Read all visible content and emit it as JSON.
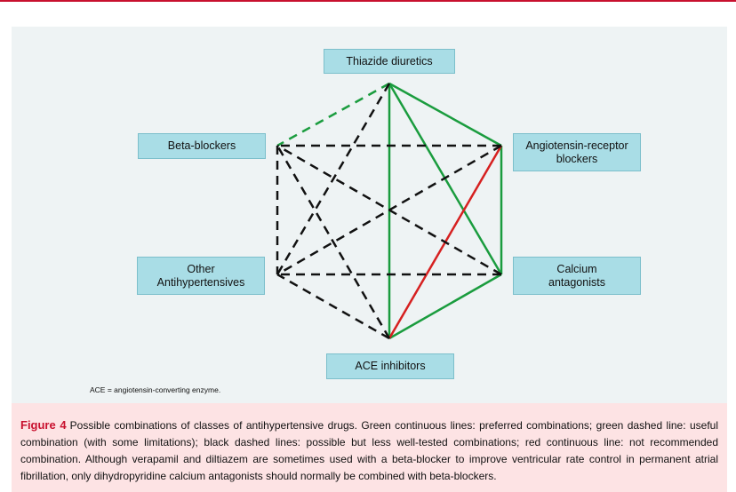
{
  "diagram": {
    "nodes": [
      {
        "id": "thiazide",
        "lines": [
          "Thiazide diuretics"
        ]
      },
      {
        "id": "arb",
        "lines": [
          "Angiotensin-receptor",
          "blockers"
        ]
      },
      {
        "id": "calcium",
        "lines": [
          "Calcium",
          "antagonists"
        ]
      },
      {
        "id": "ace",
        "lines": [
          "ACE inhibitors"
        ]
      },
      {
        "id": "other",
        "lines": [
          "Other",
          "Antihypertensives"
        ]
      },
      {
        "id": "beta",
        "lines": [
          "Beta-blockers"
        ]
      }
    ],
    "edges": [
      {
        "from": "thiazide",
        "to": "arb",
        "kind": "preferred",
        "color": "#1a9c3e"
      },
      {
        "from": "thiazide",
        "to": "calcium",
        "kind": "preferred",
        "color": "#1a9c3e"
      },
      {
        "from": "thiazide",
        "to": "ace",
        "kind": "preferred",
        "color": "#1a9c3e"
      },
      {
        "from": "arb",
        "to": "calcium",
        "kind": "preferred",
        "color": "#1a9c3e"
      },
      {
        "from": "calcium",
        "to": "ace",
        "kind": "preferred",
        "color": "#1a9c3e"
      },
      {
        "from": "thiazide",
        "to": "beta",
        "kind": "useful",
        "color": "#1a9c3e"
      },
      {
        "from": "arb",
        "to": "ace",
        "kind": "not-recommended",
        "color": "#d62020"
      },
      {
        "from": "thiazide",
        "to": "other",
        "kind": "possible",
        "color": "#111111"
      },
      {
        "from": "arb",
        "to": "beta",
        "kind": "possible",
        "color": "#111111"
      },
      {
        "from": "arb",
        "to": "other",
        "kind": "possible",
        "color": "#111111"
      },
      {
        "from": "calcium",
        "to": "beta",
        "kind": "possible",
        "color": "#111111"
      },
      {
        "from": "calcium",
        "to": "other",
        "kind": "possible",
        "color": "#111111"
      },
      {
        "from": "ace",
        "to": "beta",
        "kind": "possible",
        "color": "#111111"
      },
      {
        "from": "ace",
        "to": "other",
        "kind": "possible",
        "color": "#111111"
      },
      {
        "from": "beta",
        "to": "other",
        "kind": "possible",
        "color": "#111111"
      }
    ]
  },
  "footnote": "ACE = angiotensin-converting enzyme.",
  "caption": {
    "label": "Figure 4",
    "text": "Possible combinations of classes of antihypertensive drugs. Green continuous lines: preferred combinations; green dashed line: useful combination (with some limitations); black dashed lines: possible but less well-tested combinations; red continuous line: not recommended combination. Although verapamil and diltiazem are sometimes used with a beta-blocker to improve ventricular rate control in permanent atrial fibrillation, only dihydropyridine calcium antagonists should normally be combined with beta-blockers."
  },
  "colors": {
    "accent_red": "#c8102e",
    "node_fill": "#a9dde6",
    "panel_bg": "#eef3f4",
    "caption_bg": "#fde3e4"
  }
}
